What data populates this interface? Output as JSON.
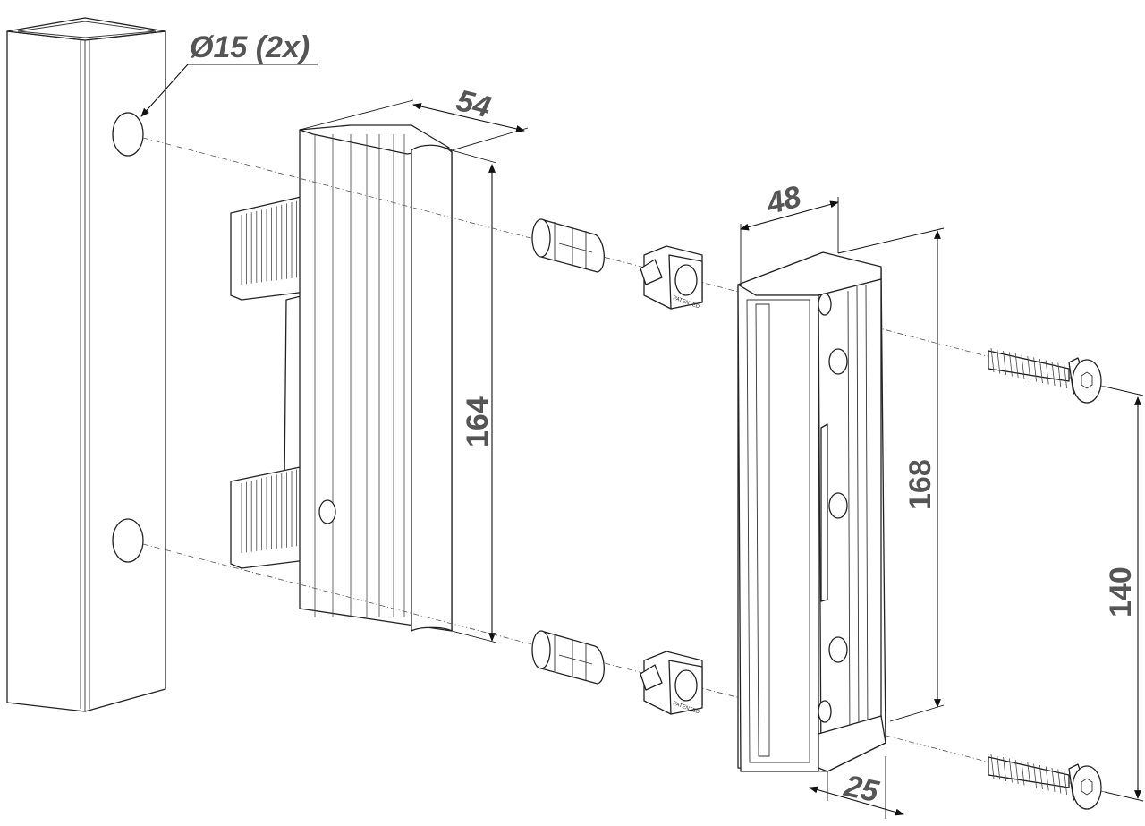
{
  "dimensions": {
    "hole_diameter": "Ø15 (2x)",
    "keeper_depth": "54",
    "keeper_height": "164",
    "lock_depth": "48",
    "lock_height": "168",
    "screw_spacing": "140",
    "lock_width": "25"
  },
  "stamp_text": "PATENTED"
}
